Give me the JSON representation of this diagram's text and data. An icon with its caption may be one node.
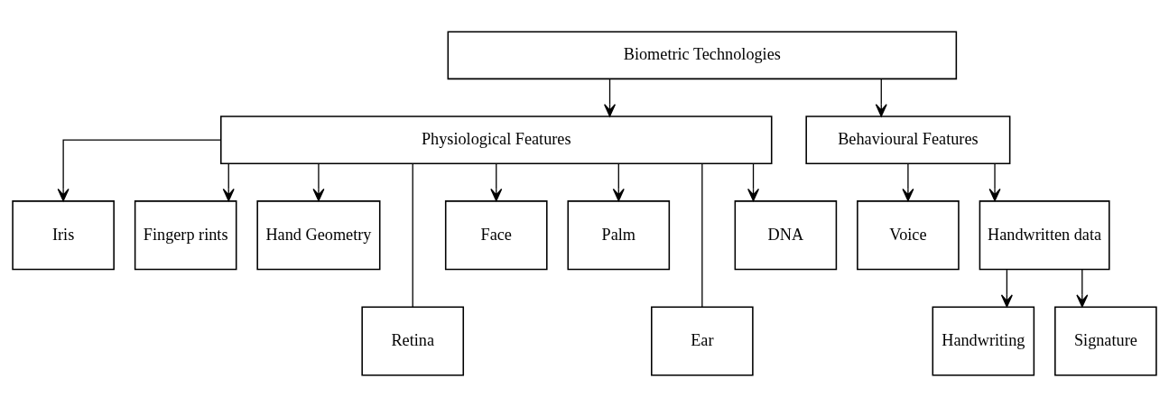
{
  "diagram": {
    "nodes": [
      {
        "text": [
          "Biometric Technologies"
        ]
      },
      {
        "text": [
          "Physiological Features"
        ]
      },
      {
        "text": [
          "Behavioural Features"
        ]
      },
      {
        "text": [
          "Iris"
        ]
      },
      {
        "text": [
          "Fingerp rints"
        ]
      },
      {
        "text": [
          "Hand Geometry"
        ]
      },
      {
        "text": [
          "Retina"
        ]
      },
      {
        "text": [
          "Face"
        ]
      },
      {
        "text": [
          "Palm"
        ]
      },
      {
        "text": [
          "Ear"
        ]
      },
      {
        "text": [
          "DNA"
        ]
      },
      {
        "text": [
          "Voice"
        ]
      },
      {
        "text": [
          "Handwritten data"
        ]
      },
      {
        "text": [
          "Handwriting"
        ]
      },
      {
        "text": [
          "Signature"
        ]
      }
    ],
    "edges": [
      {
        "from": 0,
        "to": 1,
        "arrow": "to"
      },
      {
        "from": 0,
        "to": 2,
        "arrow": "to"
      },
      {
        "from": 1,
        "to": 3,
        "arrow": "to"
      },
      {
        "from": 1,
        "to": 4,
        "arrow": "to"
      },
      {
        "from": 1,
        "to": 5,
        "arrow": "to"
      },
      {
        "from": 1,
        "to": 6,
        "arrow": "none"
      },
      {
        "from": 1,
        "to": 7,
        "arrow": "to"
      },
      {
        "from": 1,
        "to": 8,
        "arrow": "to"
      },
      {
        "from": 1,
        "to": 9,
        "arrow": "none"
      },
      {
        "from": 1,
        "to": 10,
        "arrow": "to"
      },
      {
        "from": 2,
        "to": 11,
        "arrow": "to"
      },
      {
        "from": 2,
        "to": 12,
        "arrow": "to"
      },
      {
        "from": 12,
        "to": 13,
        "arrow": "to"
      },
      {
        "from": 12,
        "to": 14,
        "arrow": "to"
      }
    ]
  }
}
